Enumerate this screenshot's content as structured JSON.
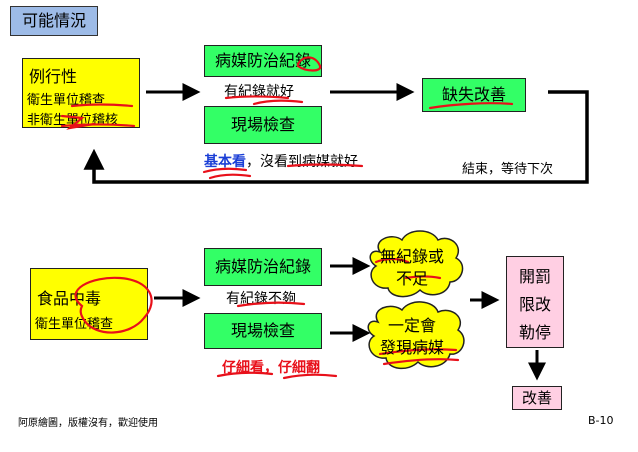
{
  "title": "可能情況",
  "top": {
    "left_box": {
      "line1": "例行性",
      "line2": "衛生單位稽查",
      "line3": "非衛生單位稽核"
    },
    "record_box": "病媒防治紀錄",
    "record_note": "有紀錄就好",
    "inspect_box": "現場檢查",
    "note_bold": "基本看",
    "note_rest": "，沒看到病媒就好",
    "result_box": "缺失改善",
    "end_note": "結束，等待下次"
  },
  "bottom": {
    "left_box": {
      "line1": "食品中毒",
      "line2": "衛生單位稽查"
    },
    "record_box": "病媒防治紀錄",
    "record_note": "有紀錄不夠",
    "inspect_box": "現場檢查",
    "note": "仔細看，仔細翻",
    "cloud1": {
      "line1": "無紀錄或",
      "line2": "不足"
    },
    "cloud2": {
      "line1": "一定會",
      "line2": "發現病媒"
    },
    "penalty_box": {
      "line1": "開罰",
      "line2": "限改",
      "line3": "勒停"
    },
    "improve_box": "改善"
  },
  "footer": {
    "left": "阿原繪圖，版權沒有，歡迎使用",
    "right": "B-10"
  },
  "colors": {
    "title_bg": "#9dbbe7",
    "yellow": "#ffff00",
    "green": "#33ff66",
    "pink": "#ffcfe3",
    "red_mark": "#e8101a",
    "blue_text": "#1b3fd6",
    "red_text": "#e8101a"
  }
}
